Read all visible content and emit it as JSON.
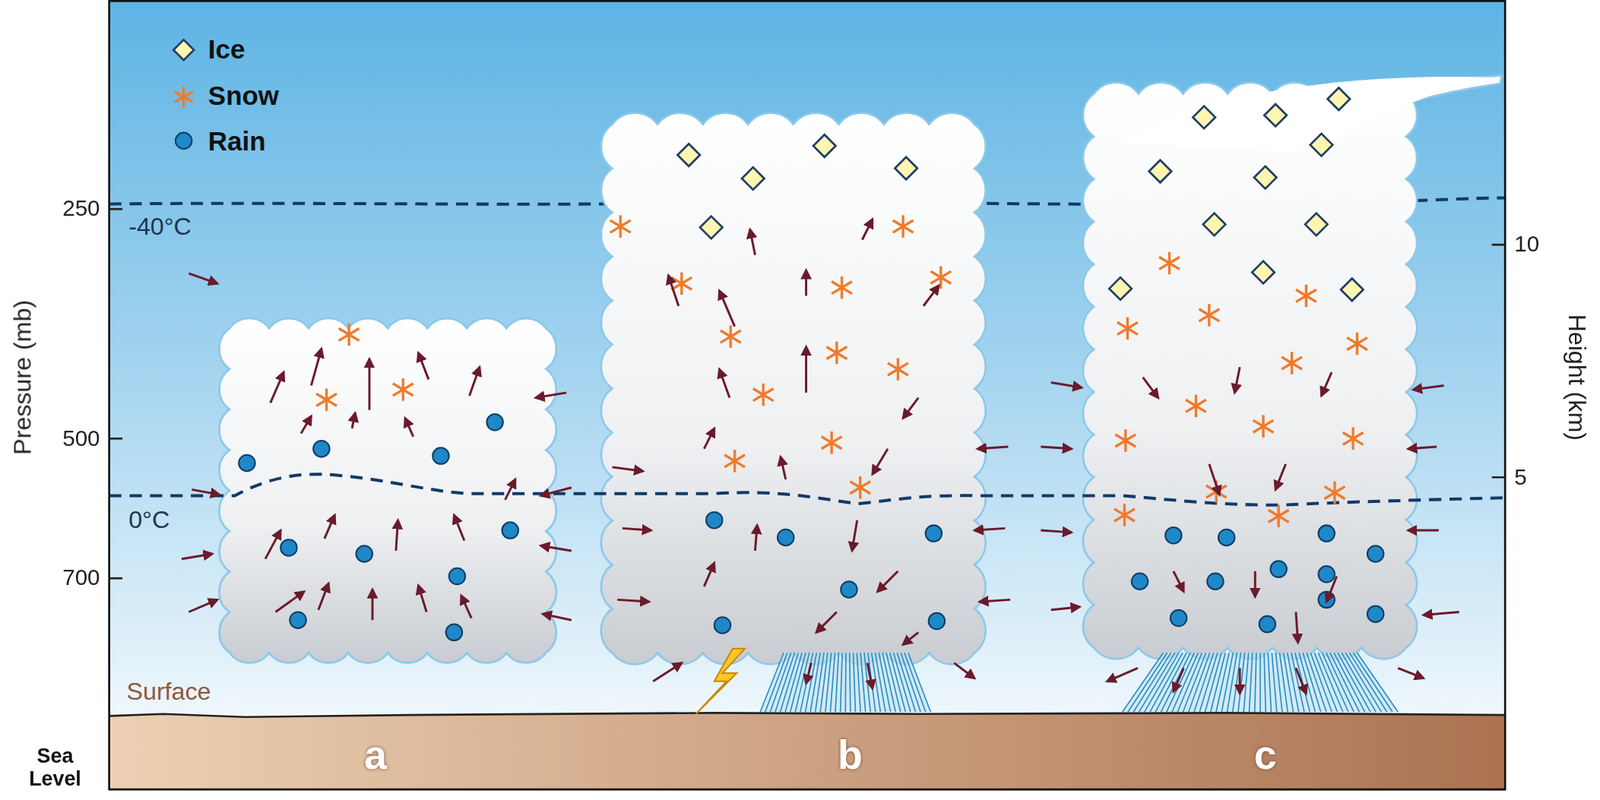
{
  "diagram": {
    "labels": [
      "-40°C",
      "0°C",
      "250",
      "500",
      "700",
      "Pressure (mb)",
      "10",
      "5",
      "Height (km)",
      "Surface",
      "Sea Level",
      "a",
      "b",
      "c"
    ],
    "legend": [
      {
        "text": "Ice"
      },
      {
        "text": "Snow"
      },
      {
        "text": "Rain"
      }
    ]
  }
}
